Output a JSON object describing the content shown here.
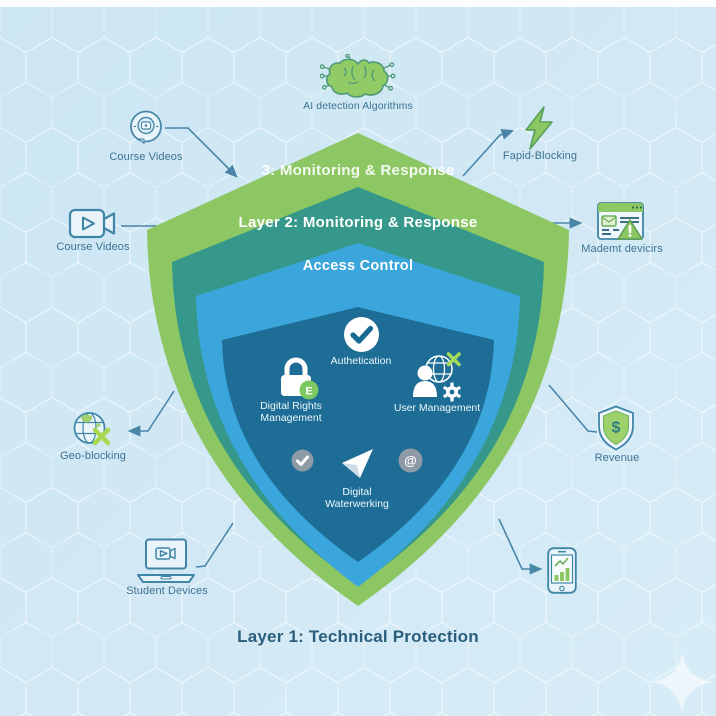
{
  "title": {
    "bottom_label": "Layer 1: Technical Protection"
  },
  "shield": {
    "layer3_label": "3: Monitoring & Response",
    "layer2_label": "Layer 2: Monitoring & Response",
    "access_label": "Access Control",
    "core": {
      "auth_label": "Authetication",
      "drm_line1": "Digital Rights",
      "drm_line2": "Management",
      "user_label": "User Management",
      "watermark_line1": "Digital",
      "watermark_line2": "Waterwerking",
      "lock_badge": "E",
      "at_symbol": "@"
    }
  },
  "nodes": {
    "ai_detection": {
      "label": "AI detection Algorithms",
      "icon": "brain-circuit-icon"
    },
    "course_videos_top": {
      "label": "Course Videos",
      "icon": "webcam-icon"
    },
    "rapid_blocking": {
      "label": "Fapid-Blocking",
      "icon": "lightning-icon"
    },
    "student_browser": {
      "label": "Mademt devicirs",
      "icon": "browser-alert-icon"
    },
    "course_videos_left": {
      "label": "Course Videos",
      "icon": "video-camera-icon"
    },
    "geo_blocking": {
      "label": "Geo-blocking",
      "icon": "globe-block-icon"
    },
    "revenue": {
      "label": "Revenue",
      "icon": "shield-dollar-icon",
      "symbol": "$"
    },
    "student_devices": {
      "label": "Student Devices",
      "icon": "laptop-video-icon"
    },
    "mobile_device": {
      "icon": "smartphone-chart-icon"
    }
  },
  "colors": {
    "background": "#cde6f3",
    "shield_outer_green": "#8dc763",
    "shield_teal": "#35988a",
    "shield_blue": "#3aa6db",
    "shield_core_blue": "#1d6d96",
    "accent_green": "#8dc763",
    "icon_outline_teal": "#3f85a6",
    "connector": "#33759b",
    "label_text": "#3d7292",
    "title_text": "#2b5e7c",
    "layer_text": "#ffffff",
    "badge_gray": "#8e9aa6"
  }
}
